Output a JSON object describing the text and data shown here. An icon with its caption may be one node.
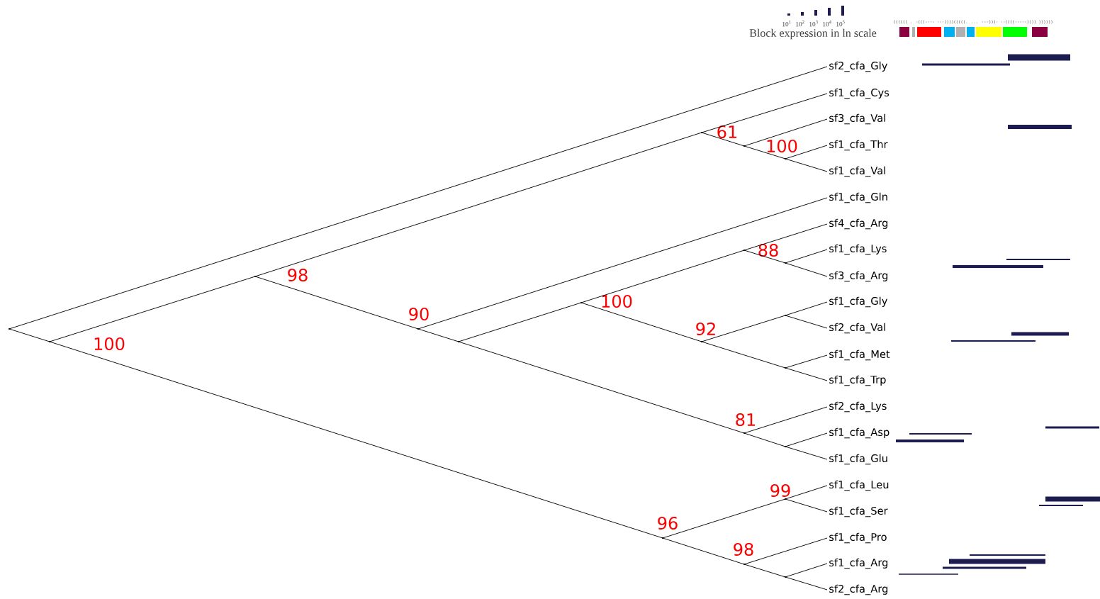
{
  "diagram": {
    "nodes": [
      {
        "text": [
          "sf2_cfa_Gly"
        ]
      },
      {
        "text": [
          "sf1_cfa_Cys"
        ]
      },
      {
        "text": [
          "sf3_cfa_Val"
        ]
      },
      {
        "text": [
          "sf1_cfa_Thr"
        ]
      },
      {
        "text": [
          "sf1_cfa_Val"
        ]
      },
      {
        "text": [
          "sf1_cfa_Gln"
        ]
      },
      {
        "text": [
          "sf4_cfa_Arg"
        ]
      },
      {
        "text": [
          "sf1_cfa_Lys"
        ]
      },
      {
        "text": [
          "sf3_cfa_Arg"
        ]
      },
      {
        "text": [
          "sf1_cfa_Gly"
        ]
      },
      {
        "text": [
          "sf2_cfa_Val"
        ]
      },
      {
        "text": [
          "sf1_cfa_Met"
        ]
      },
      {
        "text": [
          "sf1_cfa_Trp"
        ]
      },
      {
        "text": [
          "sf2_cfa_Lys"
        ]
      },
      {
        "text": [
          "sf1_cfa_Asp"
        ]
      },
      {
        "text": [
          "sf1_cfa_Glu"
        ]
      },
      {
        "text": [
          "sf1_cfa_Leu"
        ]
      },
      {
        "text": [
          "sf1_cfa_Ser"
        ]
      },
      {
        "text": [
          "sf1_cfa_Pro"
        ]
      },
      {
        "text": [
          "sf1_cfa_Arg"
        ]
      },
      {
        "text": [
          "sf2_cfa_Arg"
        ]
      },
      {
        "text": [],
        "shape": "dot"
      },
      {
        "text": [],
        "shape": "dot",
        "beside": [
          "100"
        ]
      },
      {
        "text": [],
        "shape": "dot",
        "beside": [
          "98"
        ]
      },
      {
        "text": [],
        "shape": "dot",
        "beside": [
          "61"
        ]
      },
      {
        "text": [],
        "shape": "dot"
      },
      {
        "text": [],
        "shape": "dot",
        "beside": [
          "100"
        ]
      },
      {
        "text": [],
        "shape": "dot",
        "beside": [
          "90"
        ]
      },
      {
        "text": [],
        "shape": "dot"
      },
      {
        "text": [],
        "shape": "dot",
        "beside": [
          "100"
        ]
      },
      {
        "text": [],
        "shape": "dot",
        "beside": [
          "88"
        ]
      },
      {
        "text": [],
        "shape": "dot"
      },
      {
        "text": [],
        "shape": "dot",
        "beside": [
          "92"
        ]
      },
      {
        "text": [],
        "shape": "dot"
      },
      {
        "text": [],
        "shape": "dot"
      },
      {
        "text": [],
        "shape": "dot",
        "beside": [
          "81"
        ]
      },
      {
        "text": [],
        "shape": "dot"
      },
      {
        "text": [],
        "shape": "dot",
        "beside": [
          "96"
        ]
      },
      {
        "text": [],
        "shape": "dot",
        "beside": [
          "99"
        ]
      },
      {
        "text": [],
        "shape": "dot",
        "beside": [
          "98"
        ]
      },
      {
        "text": [],
        "shape": "dot"
      }
    ],
    "edges": [
      {
        "from": 21,
        "to": 0,
        "arrow": "none"
      },
      {
        "from": 21,
        "to": 22,
        "arrow": "none"
      },
      {
        "from": 22,
        "to": 23,
        "arrow": "none"
      },
      {
        "from": 22,
        "to": 37,
        "arrow": "none"
      },
      {
        "from": 23,
        "to": 24,
        "arrow": "none"
      },
      {
        "from": 23,
        "to": 27,
        "arrow": "none"
      },
      {
        "from": 24,
        "to": 1,
        "arrow": "none"
      },
      {
        "from": 24,
        "to": 25,
        "arrow": "none"
      },
      {
        "from": 25,
        "to": 2,
        "arrow": "none"
      },
      {
        "from": 25,
        "to": 26,
        "arrow": "none"
      },
      {
        "from": 26,
        "to": 3,
        "arrow": "none"
      },
      {
        "from": 26,
        "to": 4,
        "arrow": "none"
      },
      {
        "from": 27,
        "to": 5,
        "arrow": "none"
      },
      {
        "from": 27,
        "to": 28,
        "arrow": "none"
      },
      {
        "from": 28,
        "to": 29,
        "arrow": "none"
      },
      {
        "from": 28,
        "to": 35,
        "arrow": "none"
      },
      {
        "from": 29,
        "to": 30,
        "arrow": "none"
      },
      {
        "from": 29,
        "to": 32,
        "arrow": "none"
      },
      {
        "from": 30,
        "to": 6,
        "arrow": "none"
      },
      {
        "from": 30,
        "to": 31,
        "arrow": "none"
      },
      {
        "from": 31,
        "to": 7,
        "arrow": "none"
      },
      {
        "from": 31,
        "to": 8,
        "arrow": "none"
      },
      {
        "from": 32,
        "to": 33,
        "arrow": "none"
      },
      {
        "from": 32,
        "to": 34,
        "arrow": "none"
      },
      {
        "from": 33,
        "to": 9,
        "arrow": "none"
      },
      {
        "from": 33,
        "to": 10,
        "arrow": "none"
      },
      {
        "from": 34,
        "to": 11,
        "arrow": "none"
      },
      {
        "from": 34,
        "to": 12,
        "arrow": "none"
      },
      {
        "from": 35,
        "to": 13,
        "arrow": "none"
      },
      {
        "from": 35,
        "to": 36,
        "arrow": "none"
      },
      {
        "from": 36,
        "to": 14,
        "arrow": "none"
      },
      {
        "from": 36,
        "to": 15,
        "arrow": "none"
      },
      {
        "from": 37,
        "to": 38,
        "arrow": "none"
      },
      {
        "from": 37,
        "to": 39,
        "arrow": "none"
      },
      {
        "from": 38,
        "to": 16,
        "arrow": "none"
      },
      {
        "from": 38,
        "to": 17,
        "arrow": "none"
      },
      {
        "from": 39,
        "to": 18,
        "arrow": "none"
      },
      {
        "from": 39,
        "to": 40,
        "arrow": "none"
      },
      {
        "from": 40,
        "to": 19,
        "arrow": "none"
      },
      {
        "from": 40,
        "to": 20,
        "arrow": "none"
      }
    ],
    "labels": [
      "10$^{1}$",
      "10$^{2}$",
      "10$^{3}$",
      "10$^{4}$",
      "10$^{5}$",
      "Block expression in ln scale",
      "(((((( . -(((---- ---))))(((((. ... ---)))- --((((-----)))) ))))))"
    ]
  }
}
